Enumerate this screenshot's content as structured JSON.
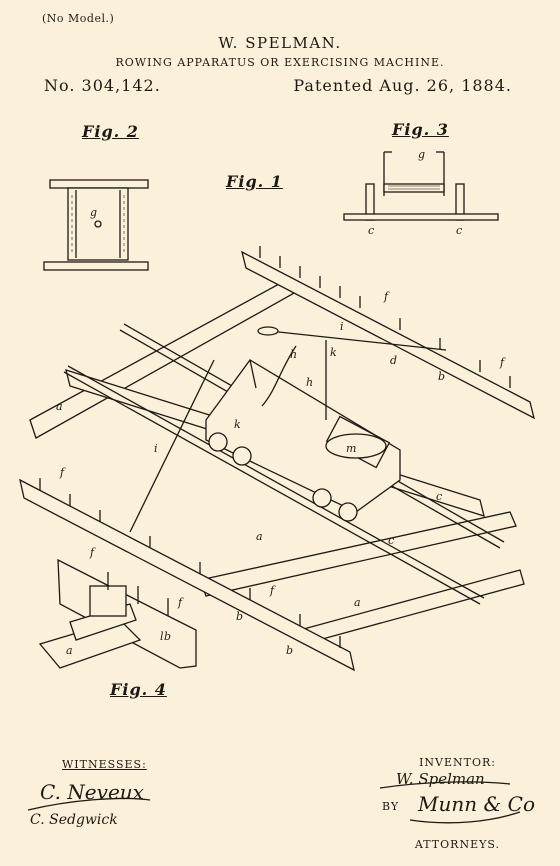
{
  "header": {
    "no_model": "(No Model.)",
    "inventor": "W. SPELMAN.",
    "title": "ROWING APPARATUS OR EXERCISING MACHINE.",
    "patent_number": "No. 304,142.",
    "patent_date": "Patented Aug. 26, 1884."
  },
  "figures": {
    "fig1": "Fig. 1",
    "fig2": "Fig. 2",
    "fig3": "Fig. 3",
    "fig4": "Fig. 4"
  },
  "reference_letters": {
    "a": "a",
    "b": "b",
    "c": "c",
    "d": "d",
    "f": "f",
    "g": "g",
    "h": "h",
    "i": "i",
    "k": "k",
    "l": "l",
    "m": "m"
  },
  "footer": {
    "witnesses_label": "WITNESSES:",
    "witness_1": "C. Neveux",
    "witness_2": "C. Sedgwick",
    "inventor_label": "INVENTOR:",
    "inventor_signature": "W. Spelman",
    "by_label": "BY",
    "attorney_signature": "Munn & Co",
    "attorneys_label": "ATTORNEYS."
  }
}
